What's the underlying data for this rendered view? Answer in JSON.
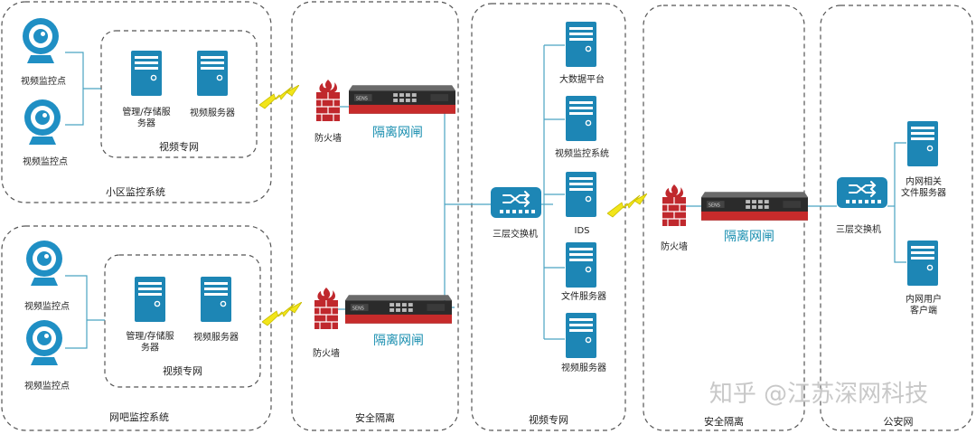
{
  "zones": {
    "community_system": "小区监控系统",
    "netbar_system": "网吧监控系统",
    "security_isolation_1": "安全隔离",
    "video_private_net_center": "视频专网",
    "security_isolation_2": "安全隔离",
    "public_security_net": "公安网"
  },
  "community": {
    "camera_1": "视频监控点",
    "camera_2": "视频监控点",
    "mgmt_server": "管理/存储服\n务器",
    "video_server": "视频服务器",
    "subnet": "视频专网"
  },
  "netbar": {
    "camera_1": "视频监控点",
    "camera_2": "视频监控点",
    "mgmt_server": "管理/存储服\n务器",
    "video_server": "视频服务器",
    "subnet": "视频专网"
  },
  "isolation_1": {
    "firewall_top": "防火墙",
    "gap_top": "隔离网闸",
    "firewall_bottom": "防火墙",
    "gap_bottom": "隔离网闸"
  },
  "center": {
    "switch": "三层交换机",
    "bigdata": "大数据平台",
    "vms": "视频监控系统",
    "ids": "IDS",
    "file_server": "文件服务器",
    "video_server": "视频服务器"
  },
  "isolation_2": {
    "firewall": "防火墙",
    "gap": "隔离网闸"
  },
  "police": {
    "switch": "三层交换机",
    "intranet_file_server": "内网相关\n文件服务器",
    "intranet_client": "内网用户\n客户端"
  },
  "watermark": "知乎 @江苏深网科技",
  "colors": {
    "server_blue": "#1d86b5",
    "camera_blue": "#1f8fc4",
    "firewall_red": "#c0282d",
    "gap_text": "#1a8fb0",
    "link_line": "#4aa3c2",
    "bolt_yellow": "#f2e51a"
  }
}
